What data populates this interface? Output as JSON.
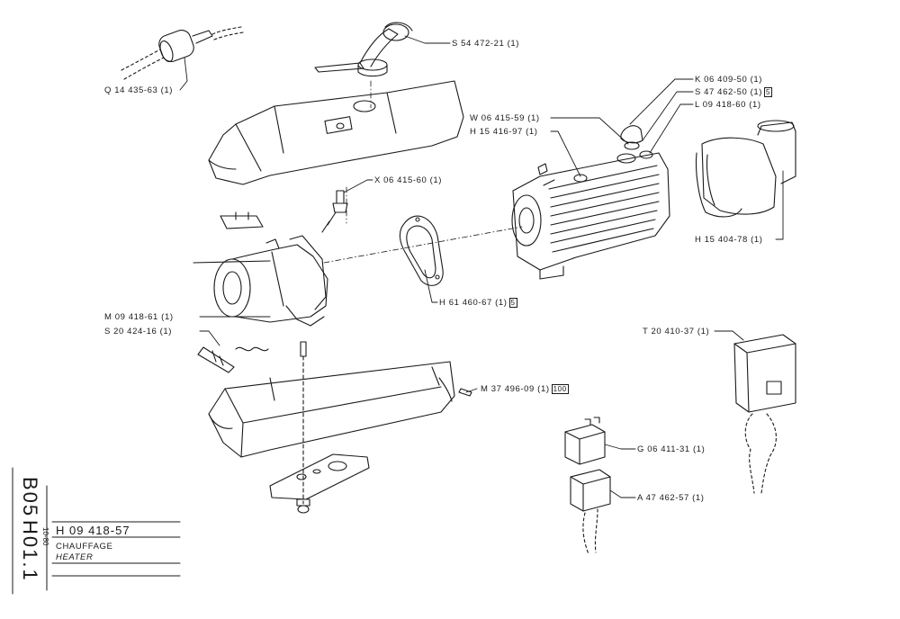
{
  "sheet": {
    "code_primary": "B05",
    "code_secondary": "H01.1",
    "date": "10-80",
    "part_number": "H 09 418-57",
    "title_fr": "CHAUFFAGE",
    "title_en": "HEATER"
  },
  "callouts": {
    "q14435": "Q 14 435-63 (1)",
    "s54472": "S 54 472-21 (1)",
    "k06409": "K 06 409-50 (1)",
    "s47462_text": "S 47 462-50 (1)",
    "s47462_box": "5",
    "l09418": "L 09 418-60 (1)",
    "w06415": "W 06 415-59 (1)",
    "h15416": "H 15 416-97 (1)",
    "x06415": "X 06 415-60 (1)",
    "h15404": "H 15 404-78 (1)",
    "h61460_text": "H 61 460-67 (1)",
    "h61460_box": "5",
    "m09418": "M 09 418-61 (1)",
    "s20424": "S 20 424-16 (1)",
    "t20410": "T 20 410-37 (1)",
    "m37496_text": "M 37 496-09 (1)",
    "m37496_box": "100",
    "g06411": "G 06 411-31 (1)",
    "a47462": "A 47 462-57 (1)"
  }
}
